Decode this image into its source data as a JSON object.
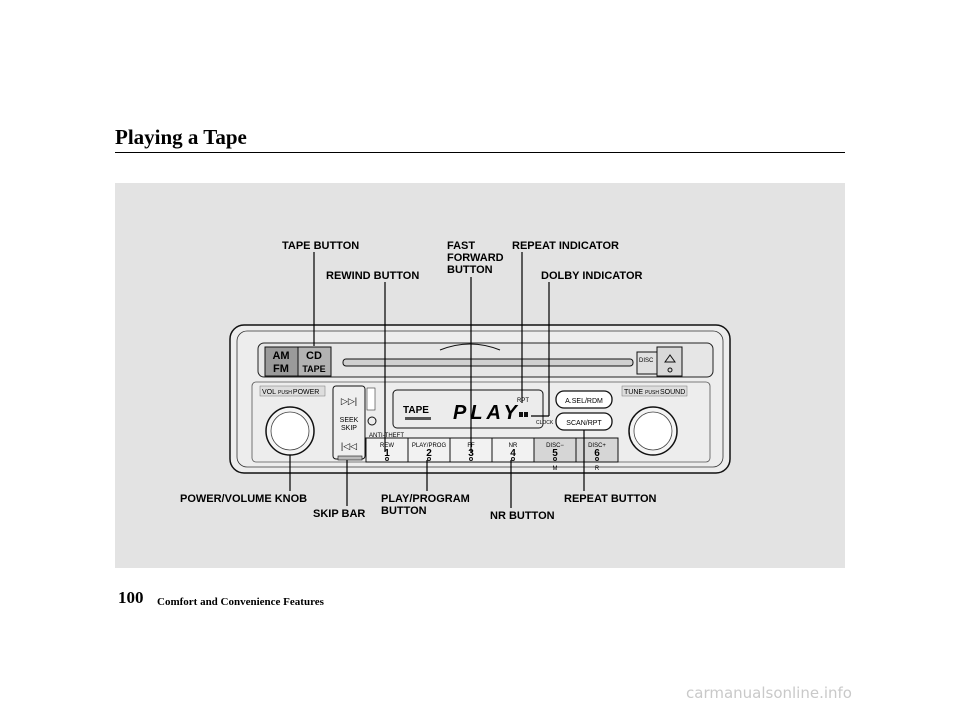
{
  "page": {
    "title": "Playing a Tape",
    "page_number": "100",
    "section": "Comfort and Convenience Features",
    "watermark": "carmanualsonline.info"
  },
  "callouts": {
    "tape_button": "TAPE BUTTON",
    "rewind_button": "REWIND BUTTON",
    "fast_forward_button": "FAST\nFORWARD\nBUTTON",
    "repeat_indicator": "REPEAT INDICATOR",
    "dolby_indicator": "DOLBY INDICATOR",
    "power_volume_knob": "POWER/VOLUME KNOB",
    "skip_bar": "SKIP BAR",
    "play_program_button": "PLAY/PROGRAM\nBUTTON",
    "nr_button": "NR BUTTON",
    "repeat_button": "REPEAT BUTTON"
  },
  "radio": {
    "am": "AM",
    "fm": "FM",
    "cd": "CD",
    "tape": "TAPE",
    "disc": "DISC",
    "vol": "VOL",
    "push": "PUSH",
    "power": "POWER",
    "tune": "TUNE",
    "sound": "SOUND",
    "seek": "SEEK",
    "skip": "SKIP",
    "anti_theft": "ANTI-THEFT",
    "display_tape": "TAPE",
    "display_play": "PLAY",
    "rpt": "RPT",
    "clock": "CLOCK",
    "asel_rdm": "A.SEL/RDM",
    "scan_rpt": "SCAN/RPT",
    "presets": [
      {
        "label": "REW",
        "num": "1",
        "sub": ""
      },
      {
        "label": "PLAY/PROG",
        "num": "2",
        "sub": ""
      },
      {
        "label": "FF",
        "num": "3",
        "sub": ""
      },
      {
        "label": "NR",
        "num": "4",
        "sub": ""
      },
      {
        "label": "DISC−",
        "num": "5",
        "sub": "M"
      },
      {
        "label": "DISC+",
        "num": "6",
        "sub": "R"
      }
    ]
  }
}
